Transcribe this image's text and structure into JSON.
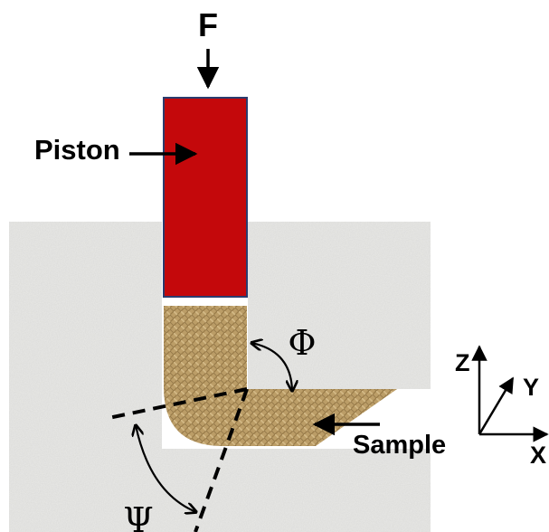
{
  "labels": {
    "force": "F",
    "piston": "Piston",
    "sample": "Sample",
    "phi": "Φ",
    "psi": "Ψ",
    "axis_z": "Z",
    "axis_y": "Y",
    "axis_x": "X"
  },
  "colors": {
    "die": "#e9e9e7",
    "die_speckle": "#d3d3d0",
    "piston_fill": "#c4080b",
    "piston_border": "#2b3c6e",
    "sample": "#bb9d67",
    "sample_dark": "#8e7140",
    "sample_light": "#d8c08c",
    "ink": "#000000"
  }
}
